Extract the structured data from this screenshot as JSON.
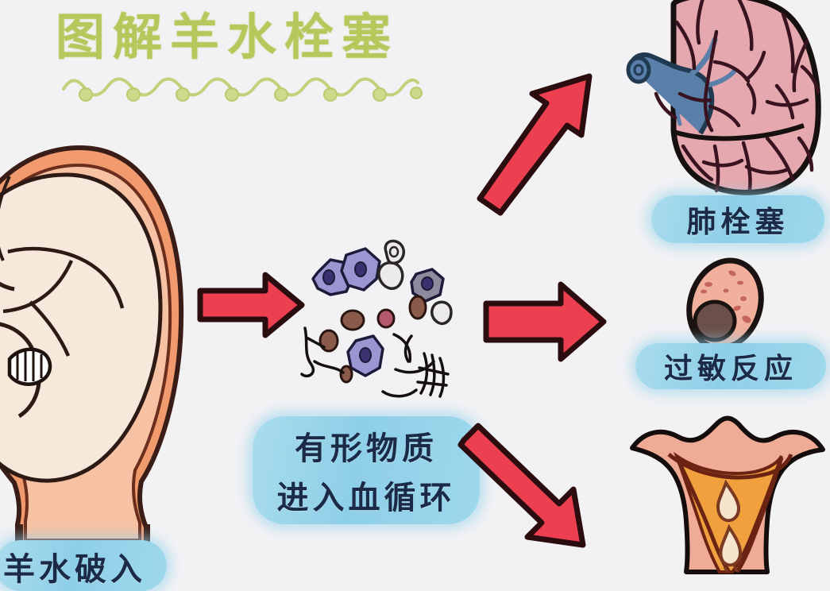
{
  "meta": {
    "background_color": "#f2f2f4",
    "image_type": "hand-drawn medical infographic",
    "language": "zh-CN"
  },
  "title": {
    "text": "图解羊水栓塞",
    "color": "#b5c85c",
    "underline_color": "#c2d17a",
    "underline_style": "scalloped-loops-with-dots"
  },
  "labels": {
    "lung_embolism": "肺栓塞",
    "allergic_reaction": "过敏反应",
    "substance_line1": "有形物质",
    "substance_line2": "进入血循环",
    "bottom_partial": "羊水破入",
    "pill_color": "#8ecfe8",
    "pill_text_color": "#1b2a46"
  },
  "illustrations": {
    "fetus_in_uterus": {
      "name": "fetus-in-uterus",
      "uterus_wall_color": "#f09a6e",
      "uterus_inner_color": "#f7c2a3",
      "fetus_color": "#f6e9dc",
      "outline_color": "#3a1d16"
    },
    "lung": {
      "name": "lung-with-embolism",
      "tissue_color": "#e5a8ae",
      "vessel_color": "#5a7fa8",
      "bronchi_color": "#3a1320",
      "outline_color": "#16100f"
    },
    "mast_cell": {
      "name": "mast-cell",
      "cytoplasm_color": "#f0b09c",
      "nucleus_color": "#6b5049",
      "outline_color": "#1a1210"
    },
    "uterus_bleeding": {
      "name": "uterus-cross-section-bleeding",
      "tissue_color": "#f0ab96",
      "cavity_color": "#f0a03c",
      "blood_drop_color": "#f7e4cf",
      "outline_color": "#140d0b"
    },
    "amniotic_debris": {
      "name": "amniotic-fluid-debris",
      "squamous_cell_color": "#9a96d2",
      "round_cell_color": "#8a5a4a",
      "gray_cell_color": "#b8b4b4",
      "hair_color": "#15100f",
      "items": [
        "squamous epithelial cells",
        "fetal round cells",
        "vernix flakes",
        "lanugo hair"
      ]
    }
  },
  "arrows": {
    "color": "#ec4050",
    "outline_color": "#2b0d10",
    "list": [
      {
        "name": "arrow-uterus-to-debris",
        "direction": "right"
      },
      {
        "name": "arrow-debris-to-lung",
        "direction": "up-right"
      },
      {
        "name": "arrow-debris-to-allergy",
        "direction": "right"
      },
      {
        "name": "arrow-debris-to-uterus-bleeding",
        "direction": "down-right"
      }
    ]
  }
}
